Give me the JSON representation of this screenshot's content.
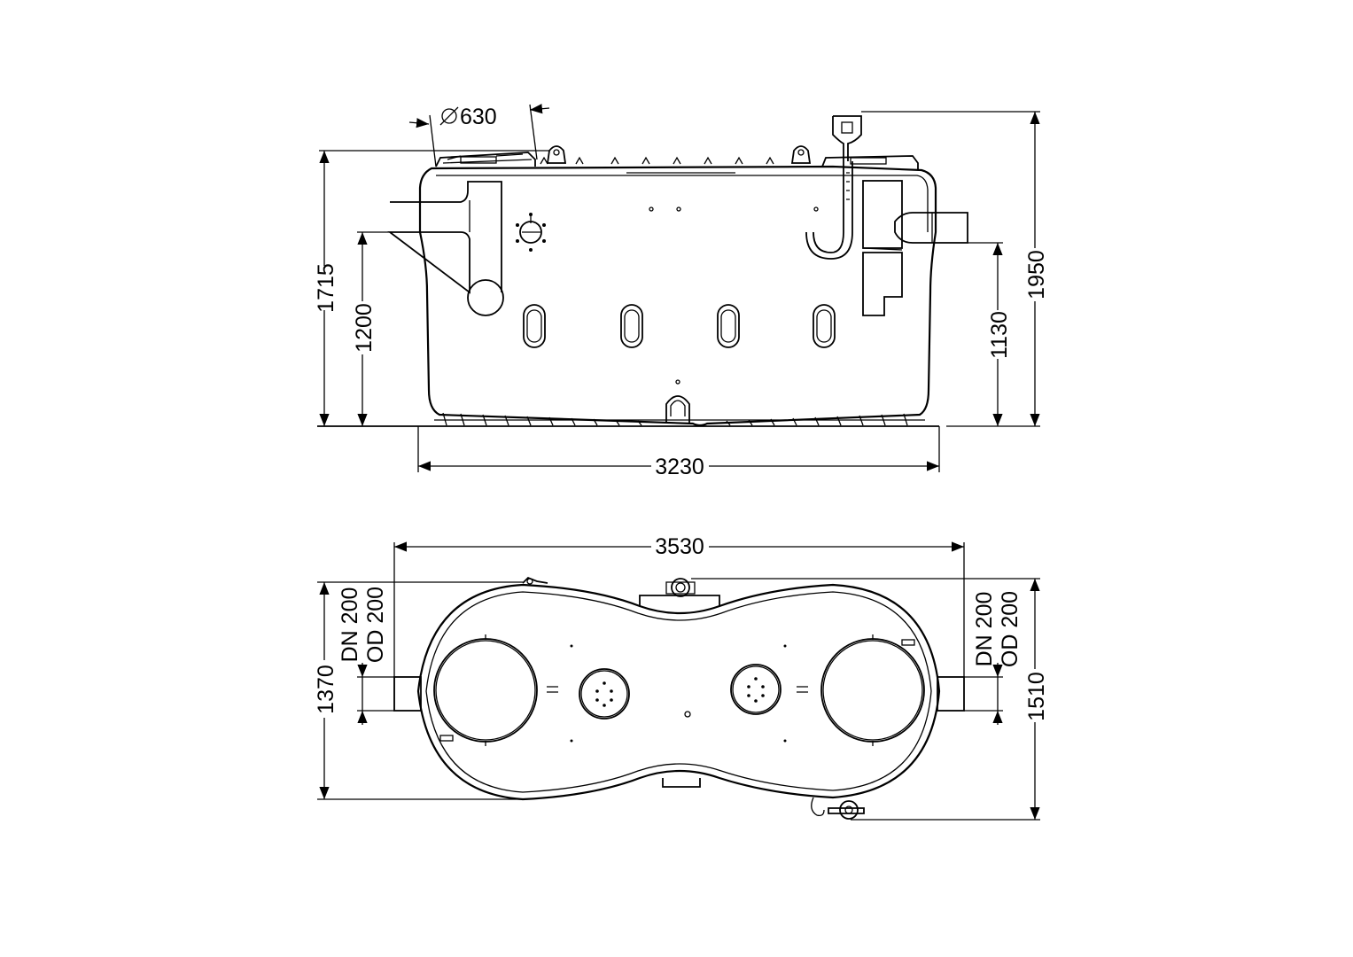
{
  "side_view": {
    "dims": {
      "manhole_diameter": "630",
      "total_height": "1950",
      "body_height": "1715",
      "inlet_height": "1200",
      "outlet_height": "1130",
      "length": "3230"
    }
  },
  "top_view": {
    "dims": {
      "overall_length": "3530",
      "width_left": "1370",
      "width_right": "1510",
      "inlet_dn": "DN 200",
      "inlet_od": "OD 200",
      "outlet_dn": "DN 200",
      "outlet_od": "OD 200"
    }
  },
  "colors": {
    "line": "#000000",
    "background": "#ffffff"
  }
}
